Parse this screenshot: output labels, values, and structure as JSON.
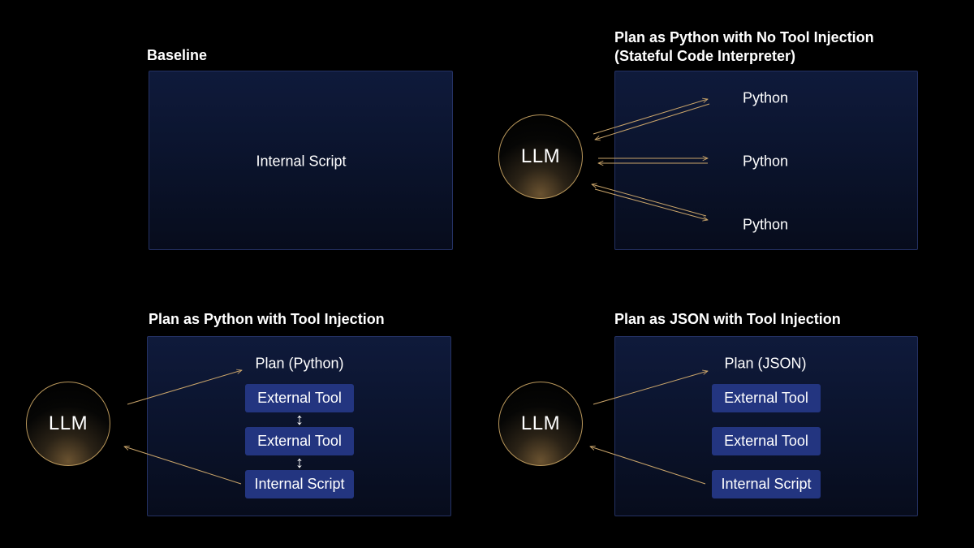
{
  "colors": {
    "background": "#000000",
    "panel_border": "#243163",
    "chip_fill": "#233580",
    "llm_ring": "#b9975b",
    "arrow": "#c9a46a"
  },
  "baseline": {
    "title": "Baseline",
    "content": "Internal Script"
  },
  "no_tool_injection": {
    "title_line1": "Plan as Python with No Tool Injection",
    "title_line2": "(Stateful Code Interpreter)",
    "llm": "LLM",
    "items": [
      "Python",
      "Python",
      "Python"
    ]
  },
  "python_tool_injection": {
    "title": "Plan as Python with Tool Injection",
    "llm": "LLM",
    "plan": "Plan (Python)",
    "chips": [
      "External Tool",
      "External Tool",
      "Internal Script"
    ],
    "link_glyph": "↕"
  },
  "json_tool_injection": {
    "title": "Plan as JSON with Tool Injection",
    "llm": "LLM",
    "plan": "Plan (JSON)",
    "chips": [
      "External Tool",
      "External Tool",
      "Internal Script"
    ]
  }
}
